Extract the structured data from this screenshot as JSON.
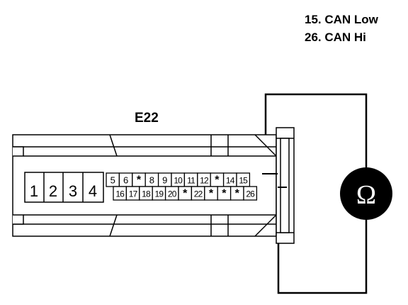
{
  "legend": {
    "line1": "15. CAN Low",
    "line2": "26. CAN Hi"
  },
  "connector": {
    "label": "E22",
    "big_pins": [
      "1",
      "2",
      "3",
      "4"
    ],
    "top_row": [
      "5",
      "6",
      "*",
      "8",
      "9",
      "10",
      "11",
      "12",
      "*",
      "14",
      "15"
    ],
    "bottom_row": [
      "16",
      "17",
      "18",
      "19",
      "20",
      "*",
      "22",
      "*",
      "*",
      "*",
      "26"
    ]
  },
  "meter": {
    "symbol": "Ω",
    "icon": "ohmmeter-icon"
  }
}
